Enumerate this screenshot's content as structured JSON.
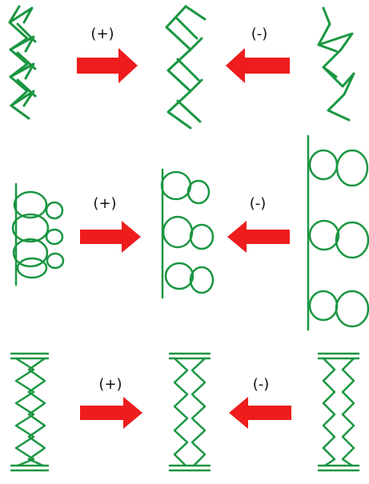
{
  "colors": {
    "structure": "#1a9641",
    "arrow": "#ee1c1c",
    "text": "#111111"
  },
  "rows": [
    {
      "motif": "chevron-zigzag",
      "left_sign": "(+)",
      "right_sign": "(-)"
    },
    {
      "motif": "paired-loops",
      "left_sign": "(+)",
      "right_sign": "(-)"
    },
    {
      "motif": "zigzag-spring",
      "left_sign": "(+)",
      "right_sign": "(-)"
    }
  ]
}
